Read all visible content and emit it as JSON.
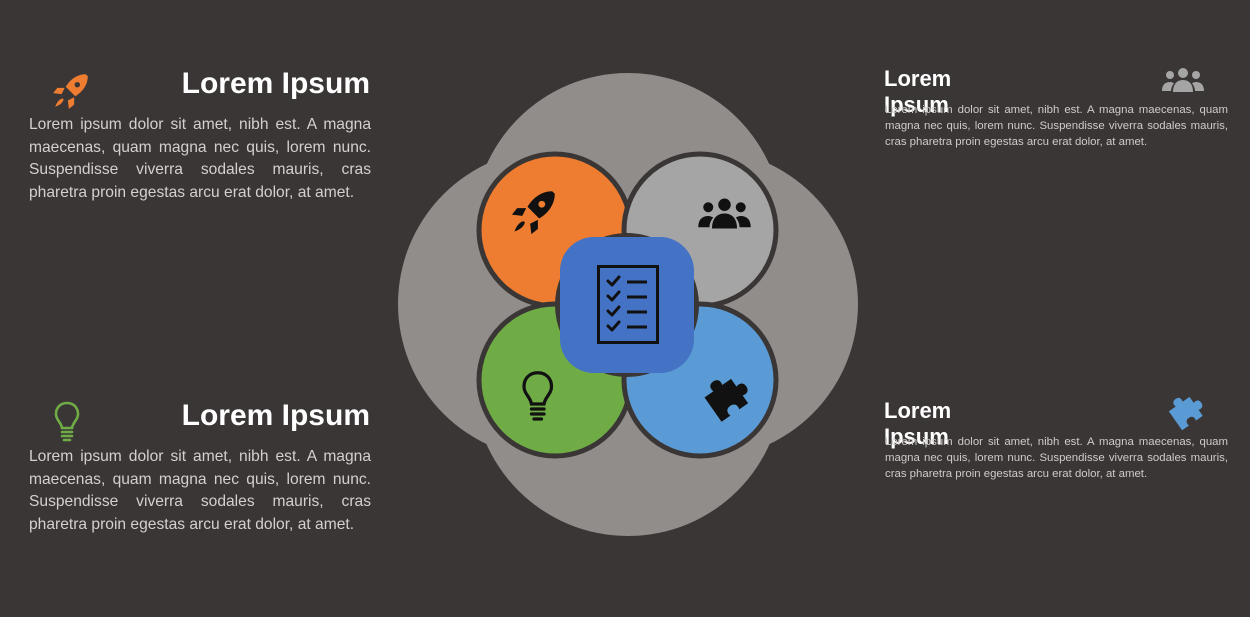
{
  "blocks": {
    "top_left": {
      "title": "Lorem Ipsum",
      "text": "Lorem ipsum dolor sit amet, nibh est. A magna maecenas, quam magna nec quis, lorem nunc. Suspendisse viverra sodales mauris, cras pharetra proin egestas arcu erat dolor, at amet.",
      "icon": "rocket-icon",
      "color": "#ee7d31"
    },
    "bottom_left": {
      "title": "Lorem Ipsum",
      "text": "Lorem ipsum dolor sit amet, nibh est. A magna maecenas, quam magna nec quis, lorem nunc. Suspendisse viverra sodales mauris, cras pharetra proin egestas arcu erat dolor, at amet.",
      "icon": "lightbulb-icon",
      "color": "#6fac46"
    },
    "top_right": {
      "title": "Lorem Ipsum",
      "text": "Lorem ipsum dolor sit amet, nibh est. A magna maecenas, quam magna nec quis, lorem nunc. Suspendisse viverra sodales mauris, cras pharetra proin egestas arcu erat dolor, at amet.",
      "icon": "people-group-icon",
      "color": "#a5a5a5"
    },
    "bottom_right": {
      "title": "Lorem Ipsum",
      "text": "Lorem ipsum dolor sit amet, nibh est. A magna maecenas, quam magna nec quis, lorem nunc. Suspendisse viverra sodales mauris, cras pharetra proin egestas arcu erat dolor, at amet.",
      "icon": "puzzle-piece-icon",
      "color": "#5b9bd5"
    }
  },
  "diagram": {
    "center_icon": "checklist-icon",
    "colors": {
      "outer_circles": "#918d8b",
      "orange": "#ee7d31",
      "gray": "#a5a5a5",
      "green": "#6fac46",
      "blue": "#5b9bd5",
      "center": "#4472c4",
      "outline": "#3a3635"
    }
  }
}
